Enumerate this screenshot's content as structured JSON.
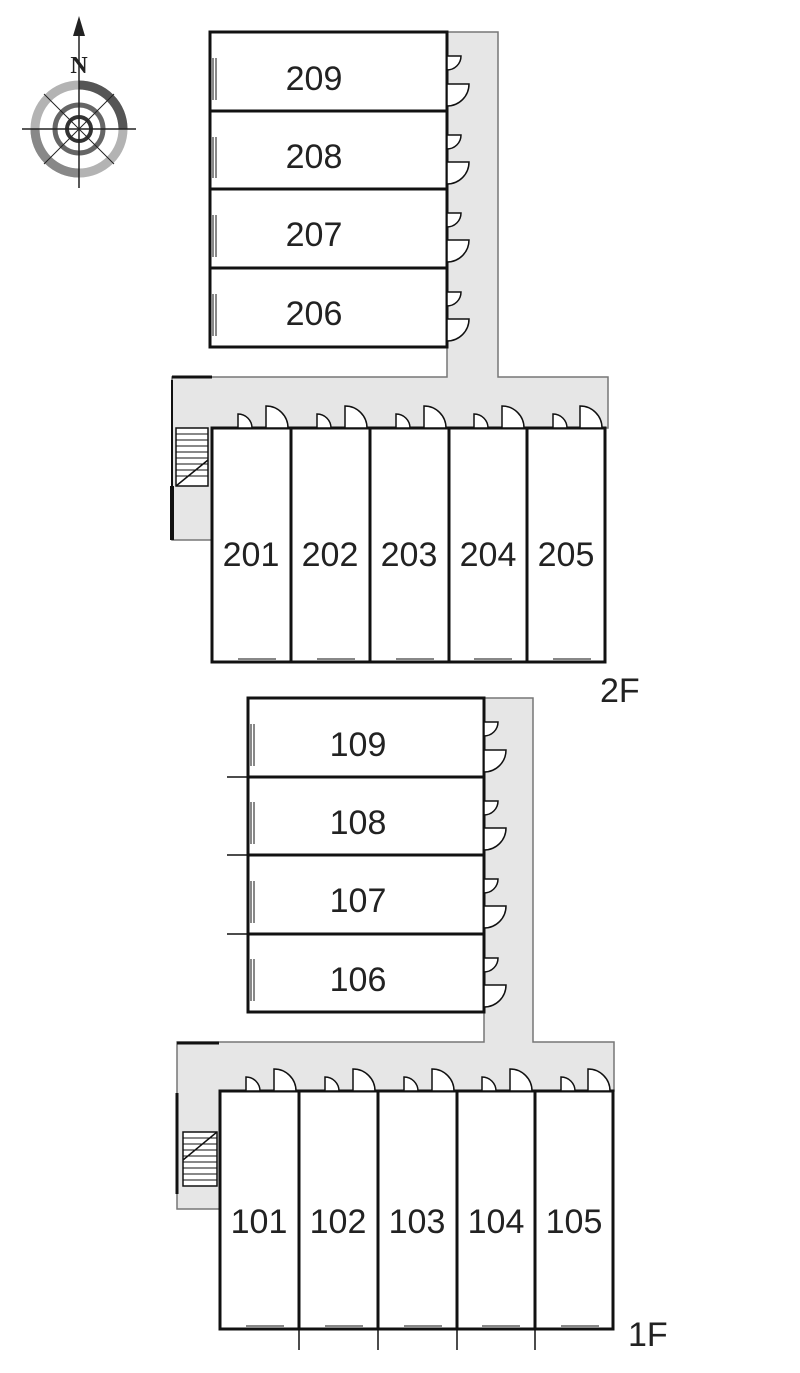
{
  "compass": {
    "north_label": "N"
  },
  "floors": [
    {
      "label": "2F",
      "units_vertical": [
        "209",
        "208",
        "207",
        "206"
      ],
      "units_horizontal": [
        "201",
        "202",
        "203",
        "204",
        "205"
      ]
    },
    {
      "label": "1F",
      "units_vertical": [
        "109",
        "108",
        "107",
        "106"
      ],
      "units_horizontal": [
        "101",
        "102",
        "103",
        "104",
        "105"
      ]
    }
  ],
  "colors": {
    "corridor": "#e6e6e6",
    "wall": "#111111",
    "compass_gray": "#b3b3b3",
    "compass_dark": "#555555"
  }
}
